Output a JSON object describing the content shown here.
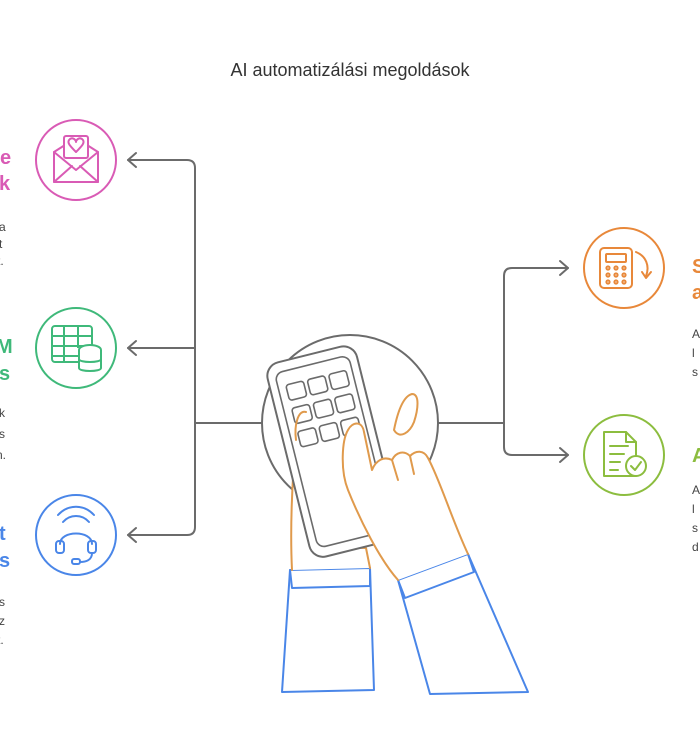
{
  "title": "AI automatizálási megoldások",
  "colors": {
    "connector": "#6b6b6b",
    "marketing": "#d95bb5",
    "crm": "#3fb97a",
    "support": "#4a86e8",
    "finance": "#e8883a",
    "docs": "#8cbd3f",
    "hands_stroke": "#e09a4c",
    "sleeve_stroke": "#4a86e8"
  },
  "left_items": [
    {
      "icon": "mail-heart-icon",
      "label_lines": [
        "e",
        "k"
      ],
      "desc_lines": [
        "a",
        "t",
        "t."
      ]
    },
    {
      "icon": "spreadsheet-database-icon",
      "label_lines": [
        "M",
        "s"
      ],
      "desc_lines": [
        "k",
        "s",
        "n."
      ]
    },
    {
      "icon": "headset-icon",
      "label_lines": [
        "t",
        "s"
      ],
      "desc_lines": [
        "s",
        "z",
        "t."
      ]
    }
  ],
  "right_items": [
    {
      "icon": "calculator-refresh-icon",
      "label_lines": [
        "S",
        "a"
      ],
      "desc_lines": [
        "A",
        "l",
        "s"
      ]
    },
    {
      "icon": "document-check-icon",
      "label_lines": [
        "A"
      ],
      "desc_lines": [
        "A",
        "l",
        "s",
        "d"
      ]
    }
  ],
  "center_icon": "hand-tapping-phone-icon"
}
